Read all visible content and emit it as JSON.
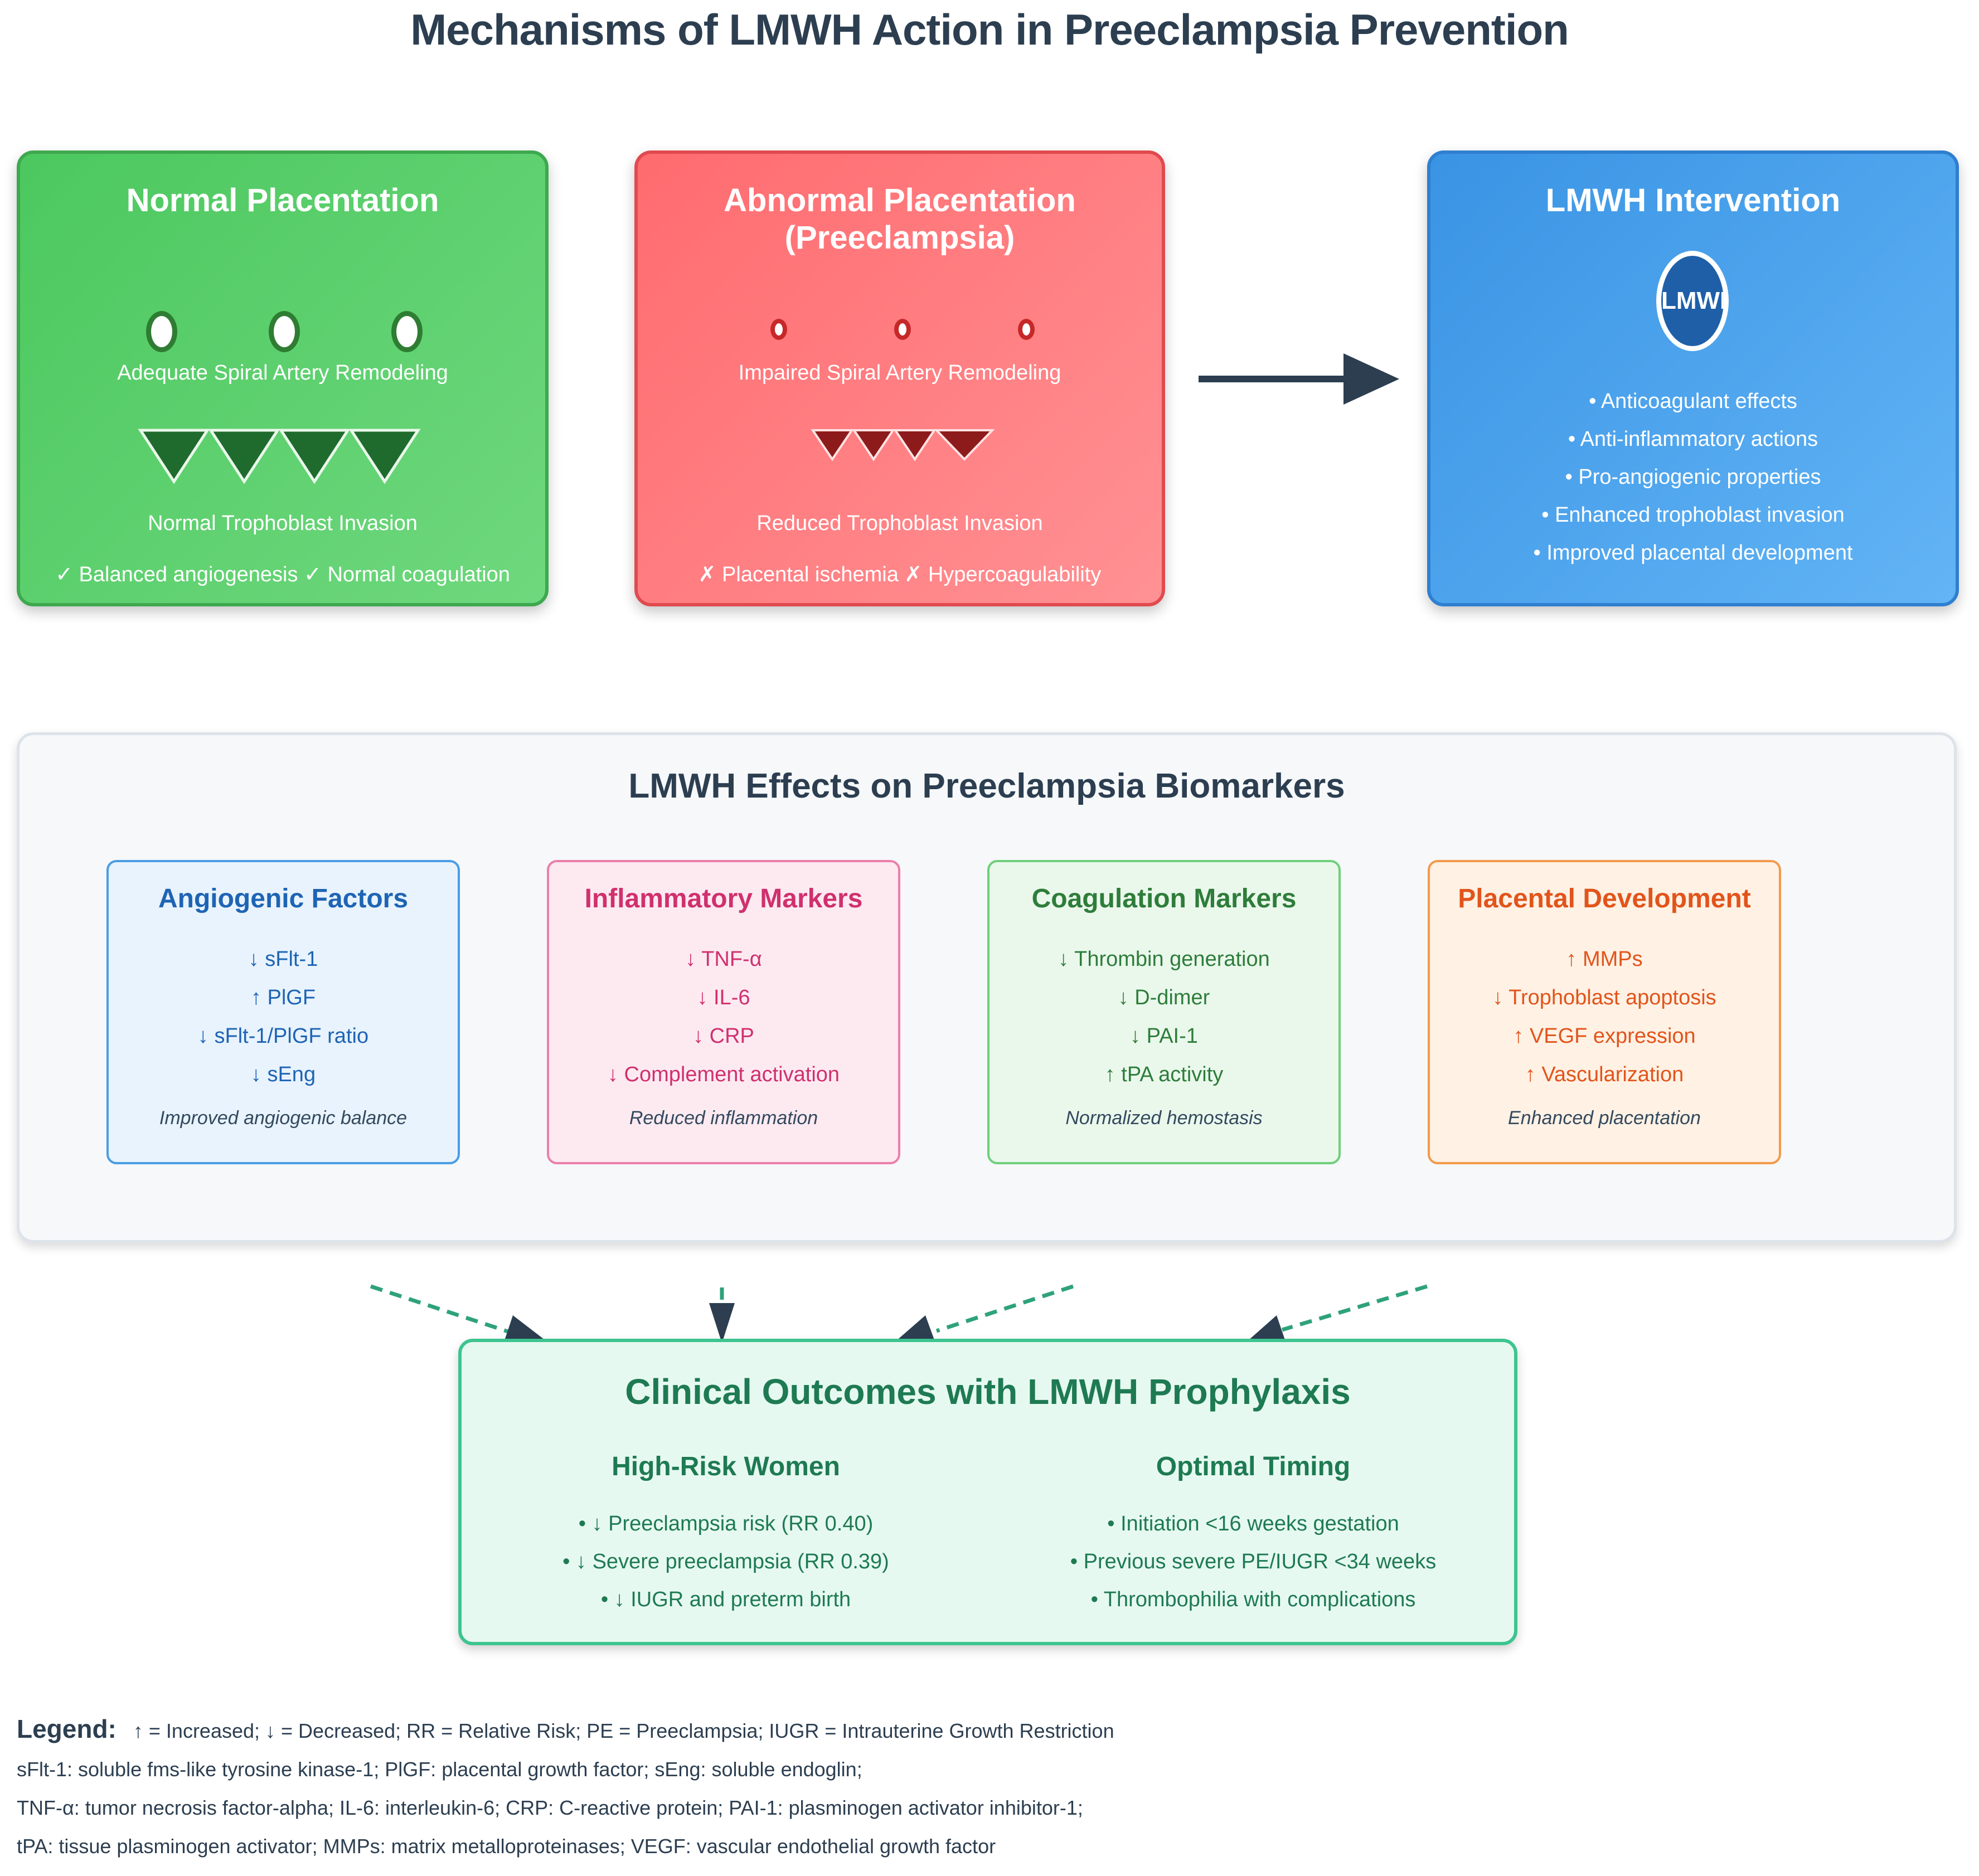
{
  "title": "Mechanisms of LMWH Action in Preeclampsia Prevention",
  "normal": {
    "title": "Normal Placentation",
    "artery_label": "Adequate Spiral Artery Remodeling",
    "invasion_label": "Normal Trophoblast Invasion",
    "status": "✓ Balanced angiogenesis ✓ Normal coagulation"
  },
  "abnormal": {
    "title": "Abnormal Placentation (Preeclampsia)",
    "artery_label": "Impaired Spiral Artery Remodeling",
    "invasion_label": "Reduced Trophoblast Invasion",
    "status": "✗ Placental ischemia ✗ Hypercoagulability"
  },
  "lmwh": {
    "title": "LMWH Intervention",
    "badge": "LMWH",
    "effects": [
      "• Anticoagulant effects",
      "• Anti-inflammatory actions",
      "• Pro-angiogenic properties",
      "• Enhanced trophoblast invasion",
      "• Improved placental development"
    ]
  },
  "biomarkers": {
    "title": "LMWH Effects on Preeclampsia Biomarkers",
    "cards": [
      {
        "title": "Angiogenic Factors",
        "items": [
          "↓ sFlt-1",
          "↑ PlGF",
          "↓ sFlt-1/PlGF ratio",
          "↓ sEng"
        ],
        "summary": "Improved angiogenic balance"
      },
      {
        "title": "Inflammatory Markers",
        "items": [
          "↓ TNF-α",
          "↓ IL-6",
          "↓ CRP",
          "↓ Complement activation"
        ],
        "summary": "Reduced inflammation"
      },
      {
        "title": "Coagulation Markers",
        "items": [
          "↓ Thrombin generation",
          "↓ D-dimer",
          "↓ PAI-1",
          "↑ tPA activity"
        ],
        "summary": "Normalized hemostasis"
      },
      {
        "title": "Placental Development",
        "items": [
          "↑ MMPs",
          "↓ Trophoblast apoptosis",
          "↑ VEGF expression",
          "↑ Vascularization"
        ],
        "summary": "Enhanced placentation"
      }
    ]
  },
  "outcomes": {
    "title": "Clinical Outcomes with LMWH Prophylaxis",
    "left": {
      "title": "High-Risk Women",
      "items": [
        "• ↓ Preeclampsia risk (RR 0.40)",
        "• ↓ Severe preeclampsia (RR 0.39)",
        "• ↓ IUGR and preterm birth"
      ]
    },
    "right": {
      "title": "Optimal Timing",
      "items": [
        "• Initiation <16 weeks gestation",
        "• Previous severe PE/IUGR <34 weeks",
        "• Thrombophilia with complications"
      ]
    }
  },
  "legend": {
    "label": "Legend:",
    "lines": [
      "↑ = Increased; ↓ = Decreased; RR = Relative Risk; PE = Preeclampsia; IUGR = Intrauterine Growth Restriction",
      "sFlt-1: soluble fms-like tyrosine kinase-1; PlGF: placental growth factor; sEng: soluble endoglin;",
      "TNF-α: tumor necrosis factor-alpha; IL-6: interleukin-6; CRP: C-reactive protein; PAI-1: plasminogen activator inhibitor-1;",
      "tPA: tissue plasminogen activator; MMPs: matrix metalloproteinases; VEGF: vascular endothelial growth factor"
    ]
  },
  "colors": {
    "normal": "#4cc85f",
    "abnormal": "#ff6b6f",
    "lmwh": "#3a94e4",
    "outcome": "#3dc48f",
    "text_dark": "#2c3e50"
  }
}
